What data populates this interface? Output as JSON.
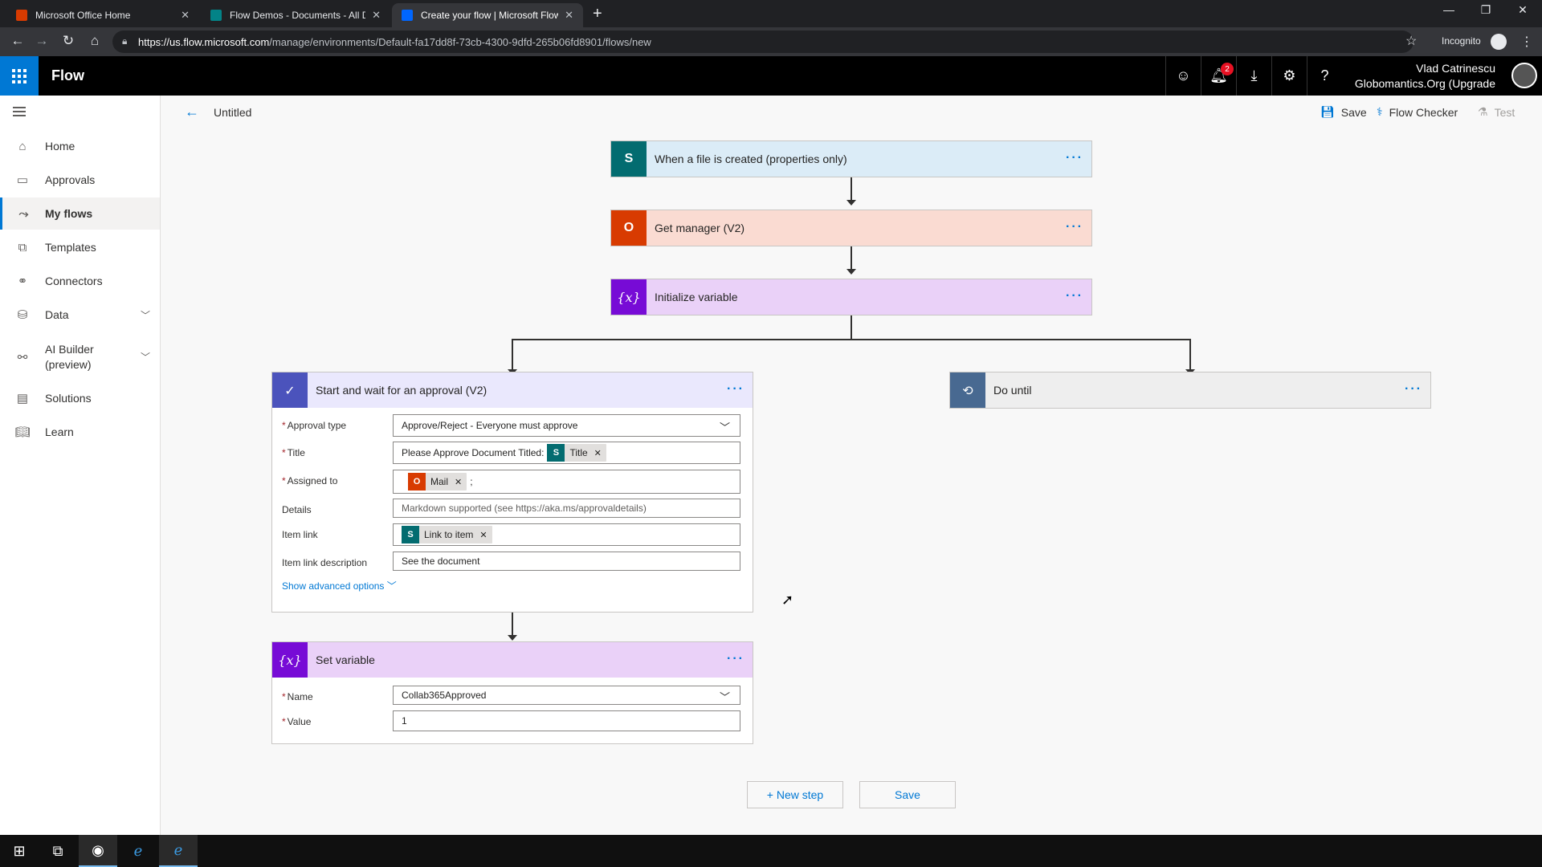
{
  "browser": {
    "tabs": [
      {
        "label": "Microsoft Office Home",
        "icon": "office-icon",
        "color": "#d83b01"
      },
      {
        "label": "Flow Demos - Documents - All D",
        "icon": "sharepoint-icon",
        "color": "#038387"
      },
      {
        "label": "Create your flow | Microsoft Flow",
        "icon": "flow-icon",
        "color": "#0066ff"
      }
    ],
    "url_host": "https://us.flow.microsoft.com",
    "url_path": "/manage/environments/Default-fa17dd8f-73cb-4300-9dfd-265b06fd8901/flows/new",
    "incognito_label": "Incognito"
  },
  "app": {
    "name": "Flow",
    "notification_count": "2",
    "user_name": "Vlad Catrinescu",
    "user_org": "Globomantics.Org (Upgrade"
  },
  "sidebar": {
    "items": [
      {
        "label": "Home",
        "icon": "home-icon"
      },
      {
        "label": "Approvals",
        "icon": "approvals-icon"
      },
      {
        "label": "My flows",
        "icon": "flows-icon"
      },
      {
        "label": "Templates",
        "icon": "templates-icon"
      },
      {
        "label": "Connectors",
        "icon": "connectors-icon"
      },
      {
        "label": "Data",
        "icon": "data-icon"
      },
      {
        "label": "AI Builder\n(preview)",
        "icon": "ai-builder-icon"
      },
      {
        "label": "Solutions",
        "icon": "solutions-icon"
      },
      {
        "label": "Learn",
        "icon": "learn-icon"
      }
    ]
  },
  "toolbar": {
    "flow_title": "Untitled",
    "save_label": "Save",
    "flow_checker_label": "Flow Checker",
    "test_label": "Test"
  },
  "steps": {
    "trigger": {
      "title": "When a file is created (properties only)",
      "color": "#036c70",
      "bg": "#dbecf7"
    },
    "get_manager": {
      "title": "Get manager (V2)",
      "color": "#d83b01",
      "bg": "#fadbd2"
    },
    "init_variable": {
      "title": "Initialize variable",
      "color": "#770bd6",
      "bg": "#ead1f8"
    },
    "approval": {
      "title": "Start and wait for an approval (V2)",
      "color": "#4b53bc",
      "bg": "#eae8fd",
      "fields": {
        "approval_type_label": "Approval type",
        "approval_type_value": "Approve/Reject - Everyone must approve",
        "title_label": "Title",
        "title_prefix": "Please Approve Document Titled:",
        "title_token": "Title",
        "assigned_label": "Assigned to",
        "assigned_token": "Mail",
        "assigned_suffix": ";",
        "details_label": "Details",
        "details_placeholder": "Markdown supported (see https://aka.ms/approvaldetails)",
        "item_link_label": "Item link",
        "item_link_token": "Link to item",
        "item_link_desc_label": "Item link description",
        "item_link_desc_value": "See the document",
        "advanced_label": "Show advanced options"
      }
    },
    "do_until": {
      "title": "Do until",
      "color": "#486991",
      "bg": "#eeeeee"
    },
    "set_variable": {
      "title": "Set variable",
      "color": "#770bd6",
      "bg": "#ead1f8",
      "fields": {
        "name_label": "Name",
        "name_value": "Collab365Approved",
        "value_label": "Value",
        "value_value": "1"
      }
    }
  },
  "bottom": {
    "new_step_label": "+ New step",
    "save_label": "Save"
  }
}
